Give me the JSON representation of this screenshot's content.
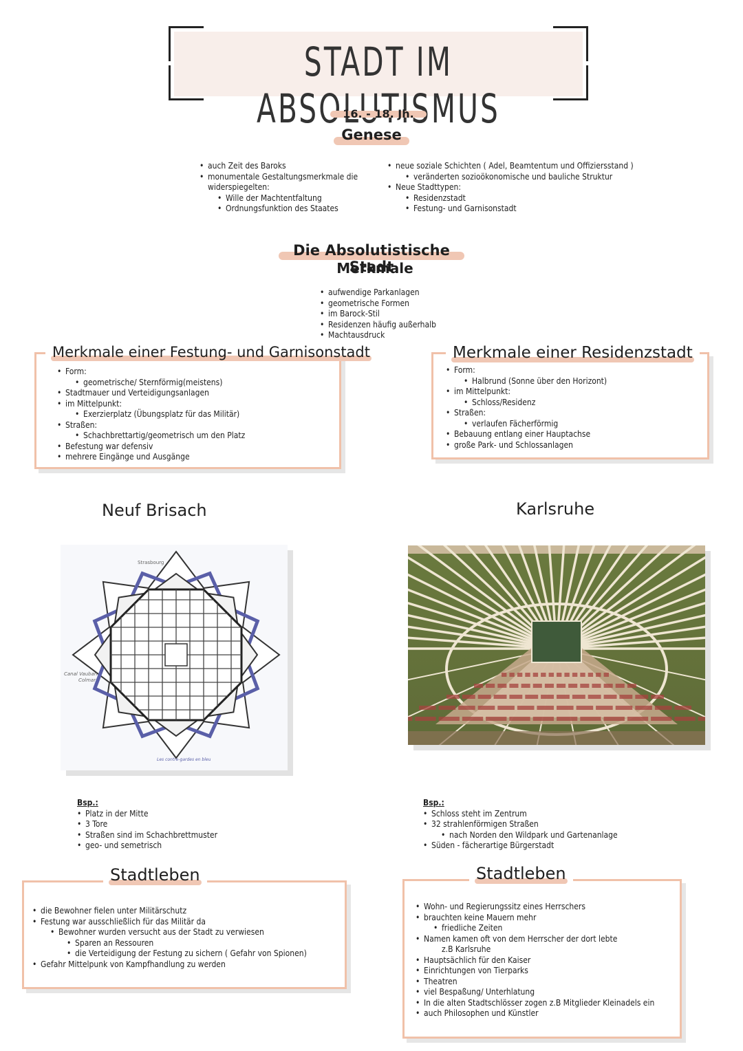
{
  "title": "Stadt im Absolutismus",
  "period": "16. - 18. Jh.",
  "genese": {
    "heading": "Genese",
    "left": [
      {
        "level": 1,
        "text": "auch Zeit des Baroks"
      },
      {
        "level": 1,
        "text": "monumentale Gestaltungsmerkmale die widerspiegelten:"
      },
      {
        "level": 2,
        "text": "Wille der Machtentfaltung"
      },
      {
        "level": 2,
        "text": "Ordnungsfunktion des Staates"
      }
    ],
    "right": [
      {
        "level": 1,
        "text": "neue soziale Schichten ( Adel, Beamtentum und Offiziersstand )"
      },
      {
        "level": 2,
        "text": "veränderten sozioökonomische und bauliche Struktur"
      },
      {
        "level": 1,
        "text": "Neue Stadttypen:"
      },
      {
        "level": 2,
        "text": "Residenzstadt"
      },
      {
        "level": 2,
        "text": "Festung- und Garnisonstadt"
      }
    ]
  },
  "absolutist_city": {
    "heading": "Die Absolutistische Stadt",
    "subheading": "Merkmale",
    "items": [
      "aufwendige Parkanlagen",
      "geometrische Formen",
      "im Barock-Stil",
      "Residenzen häufig außerhalb",
      "Machtausdruck"
    ]
  },
  "festung_box": {
    "title": "Merkmale einer Festung- und Garnisonstadt",
    "items": [
      {
        "level": 1,
        "text": "Form:"
      },
      {
        "level": 2,
        "text": "geometrische/ Sternförmig(meistens)"
      },
      {
        "level": 1,
        "text": "Stadtmauer und Verteidigungsanlagen"
      },
      {
        "level": 1,
        "text": "im Mittelpunkt:"
      },
      {
        "level": 2,
        "text": "Exerzierplatz (Übungsplatz für das Militär)"
      },
      {
        "level": 1,
        "text": "Straßen:"
      },
      {
        "level": 2,
        "text": "Schachbrettartig/geometrisch um den Platz"
      },
      {
        "level": 1,
        "text": "Befestung war defensiv"
      },
      {
        "level": 1,
        "text": "mehrere Eingänge und Ausgänge"
      }
    ]
  },
  "residenz_box": {
    "title": "Merkmale einer Residenzstadt",
    "items": [
      {
        "level": 1,
        "text": "Form:"
      },
      {
        "level": 2,
        "text": "Halbrund (Sonne über den Horizont)"
      },
      {
        "level": 1,
        "text": "im Mittelpunkt:"
      },
      {
        "level": 2,
        "text": "Schloss/Residenz"
      },
      {
        "level": 1,
        "text": "Straßen:"
      },
      {
        "level": 2,
        "text": "verlaufen Fächerförmig"
      },
      {
        "level": 1,
        "text": "Bebauung entlang einer Hauptachse"
      },
      {
        "level": 1,
        "text": "große Park- und Schlossanlagen"
      }
    ]
  },
  "left_example": {
    "city": "Neuf Brisach",
    "map_labels": {
      "top": "Strasbourg",
      "left_1": "Canal Vauban",
      "left_2": "Colmar",
      "bottom": "Les contre-gardes en bleu"
    },
    "bsp_label": "Bsp.:",
    "items": [
      "Platz in der Mitte",
      "3 Tore",
      "Straßen sind im Schachbrettmuster",
      "geo- und semetrisch"
    ]
  },
  "right_example": {
    "city": "Karlsruhe",
    "bsp_label": "Bsp.:",
    "items": [
      {
        "level": 1,
        "text": "Schloss steht im Zentrum"
      },
      {
        "level": 1,
        "text": "32 strahlenförmigen Straßen"
      },
      {
        "level": 2,
        "text": "nach Norden den Wildpark und Gartenanlage"
      },
      {
        "level": 1,
        "text": "Süden - fächerartige Bürgerstadt"
      }
    ]
  },
  "stadtleben_left": {
    "title": "Stadtleben",
    "items": [
      {
        "level": 1,
        "text": "die Bewohner fielen unter Militärschutz"
      },
      {
        "level": 1,
        "text": "Festung war ausschließlich für das Militär da"
      },
      {
        "level": 2,
        "text": "Bewohner wurden versucht aus der Stadt zu verwiesen"
      },
      {
        "level": 3,
        "text": "Sparen an Ressouren"
      },
      {
        "level": 3,
        "text": "die Verteidigung der Festung zu sichern ( Gefahr von Spionen)"
      },
      {
        "level": 1,
        "text": "Gefahr Mittelpunk von Kampfhandlung zu werden"
      }
    ]
  },
  "stadtleben_right": {
    "title": "Stadtleben",
    "items": [
      {
        "level": 1,
        "text": "Wohn- und Regierungssitz eines Herrschers"
      },
      {
        "level": 1,
        "text": "brauchten keine Mauern mehr"
      },
      {
        "level": 2,
        "text": "friedliche Zeiten"
      },
      {
        "level": 1,
        "text": "Namen kamen oft von dem Herrscher der dort lebte"
      },
      {
        "level": 2,
        "text": "z.B Karlsruhe",
        "plain": true
      },
      {
        "level": 1,
        "text": "Hauptsächlich für den Kaiser"
      },
      {
        "level": 1,
        "text": "Einrichtungen von Tierparks"
      },
      {
        "level": 1,
        "text": "Theatren"
      },
      {
        "level": 1,
        "text": "viel Bespaßung/ Unterhlatung"
      },
      {
        "level": 1,
        "text": "In die alten Stadtschlösser zogen z.B Mitglieder Kleinadels ein"
      },
      {
        "level": 1,
        "text": "auch Philosophen und Künstler"
      }
    ]
  },
  "colors": {
    "accent": "#f0c1a9",
    "highlight": "#f0c7b4",
    "title_bg": "#f8eeea"
  }
}
